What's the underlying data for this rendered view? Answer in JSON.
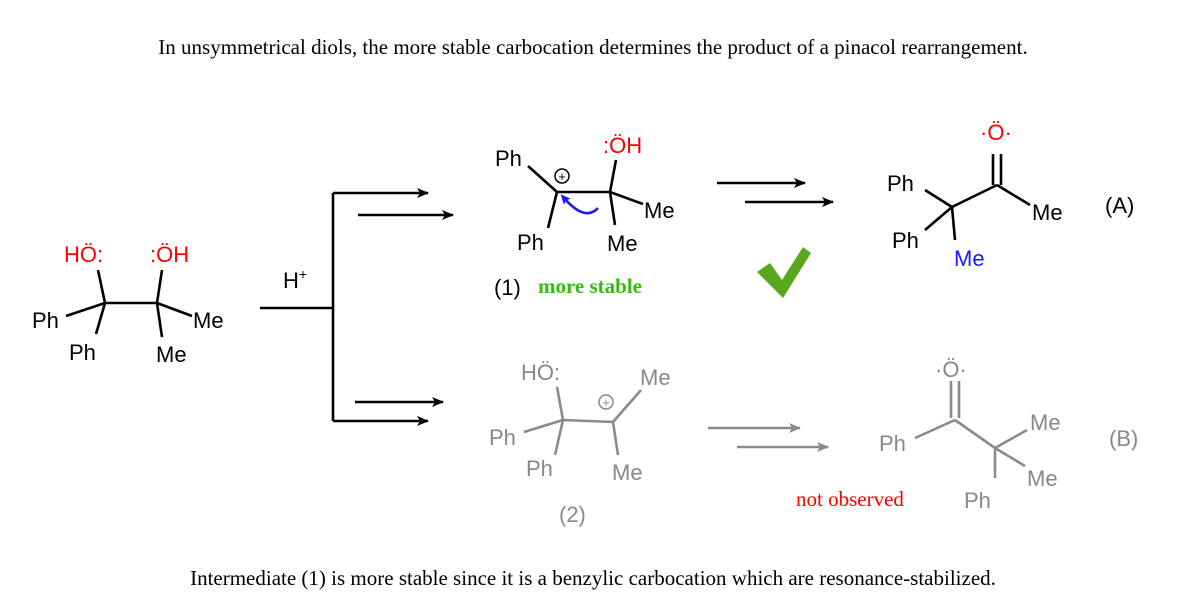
{
  "title": "In unsymmetrical diols, the more stable carbocation determines the product of a pinacol rearrangement.",
  "footer": "Intermediate (1) is more stable since it is a benzylic carbocation which are resonance-stabilized.",
  "reagent": {
    "base": "H",
    "sup": "+"
  },
  "diol": {
    "oh_left": "HÖ:",
    "oh_right": ":ÖH",
    "ph1": "Ph",
    "ph2": "Ph",
    "me1": "Me",
    "me2": "Me"
  },
  "intermediate1": {
    "ph1": "Ph",
    "ph2": "Ph",
    "oh": ":ÖH",
    "me1": "Me",
    "me2": "Me",
    "charge": "+",
    "number": "(1)",
    "note": "more stable"
  },
  "productA": {
    "o": "·Ö·",
    "ph1": "Ph",
    "ph2": "Ph",
    "me_migrated": "Me",
    "me": "Me",
    "label": "(A)"
  },
  "intermediate2": {
    "oh": "HÖ:",
    "ph1": "Ph",
    "ph2": "Ph",
    "me1": "Me",
    "me2": "Me",
    "charge": "+",
    "number": "(2)"
  },
  "productB": {
    "o": "·Ö·",
    "ph1": "Ph",
    "ph2": "Ph",
    "me1": "Me",
    "me2": "Me",
    "label": "(B)",
    "note": "not observed"
  },
  "colors": {
    "oxygen": "#ff0000",
    "favored": "#33bb11",
    "disfavored": "#888888",
    "migration": "#1a1aff"
  }
}
